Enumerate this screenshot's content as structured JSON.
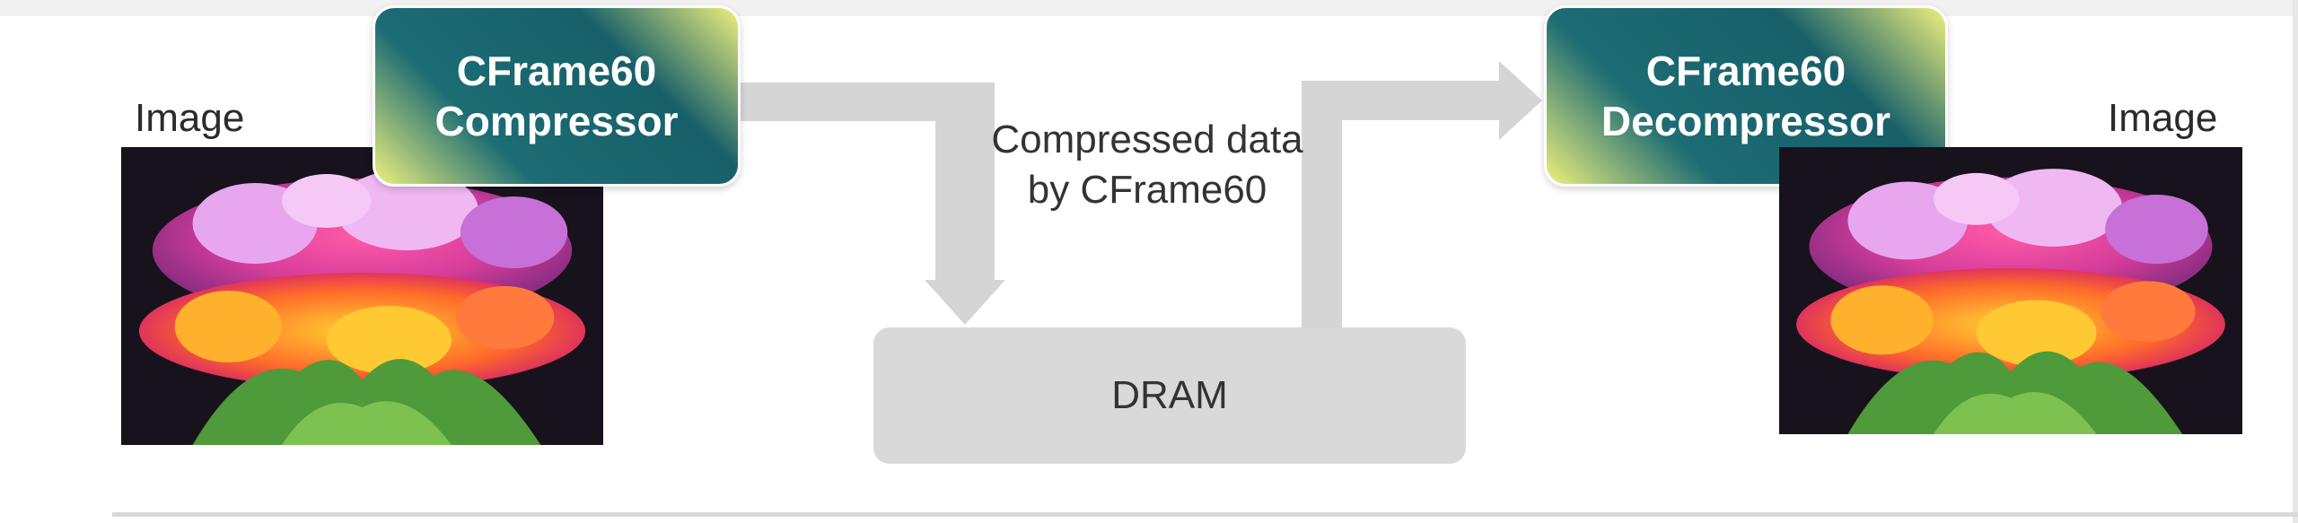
{
  "left_image": {
    "label": "Image"
  },
  "right_image": {
    "label": "Image"
  },
  "compressor": {
    "line1": "CFrame60",
    "line2": "Compressor"
  },
  "decompressor": {
    "line1": "CFrame60",
    "line2": "Decompressor"
  },
  "link": {
    "line1": "Compressed data",
    "line2": "by CFrame60"
  },
  "memory": {
    "label": "DRAM"
  },
  "colors": {
    "block_teal": "#17606a",
    "block_yellow": "#eef07c",
    "arrow_gray": "#d5d5d5",
    "dram_gray": "#d9d9d9"
  }
}
